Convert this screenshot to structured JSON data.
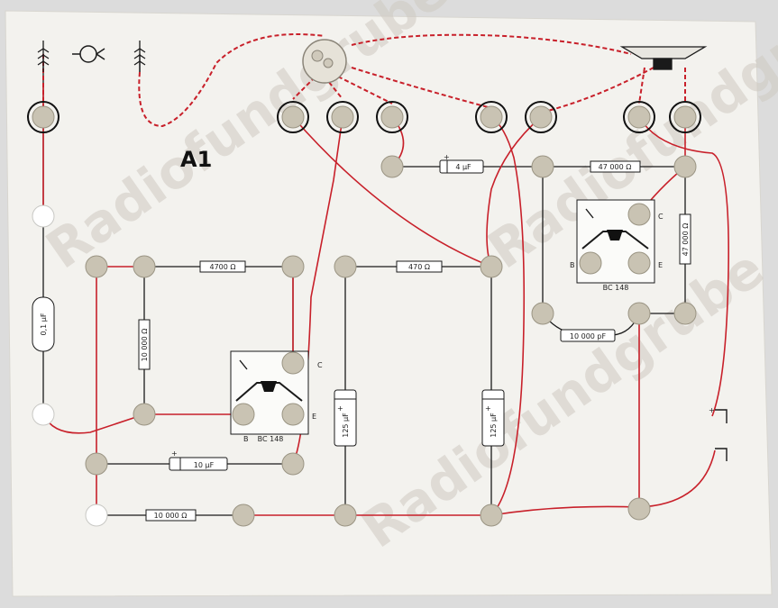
{
  "board": {
    "title": "A1",
    "colors": {
      "board": "#f3f2ee",
      "wire_black": "#1a1a1a",
      "wire_red": "#c8202a",
      "terminal": "#c9c3b3",
      "background": "#dcdcdc"
    }
  },
  "components": {
    "r1_label": "4700 Ω",
    "r2_label": "470 Ω",
    "r3_label": "47 000 Ω",
    "r4_label": "10 000 Ω",
    "r5_label": "10 000 Ω",
    "r6_label": "47 000 Ω",
    "c1_label": "4 µF",
    "c2_label": "0,1 µF",
    "c3_label": "10 µF",
    "c4_label": "125 µF",
    "c5_label": "125 µF",
    "c6_label": "10 000 pF",
    "t1_label": "BC 148",
    "t2_label": "BC 148",
    "pin_c": "C",
    "pin_e": "E",
    "pin_b": "B",
    "battery_plus": "+",
    "cap_plus": "+"
  },
  "watermark": {
    "text": "Radiofundgrube"
  }
}
